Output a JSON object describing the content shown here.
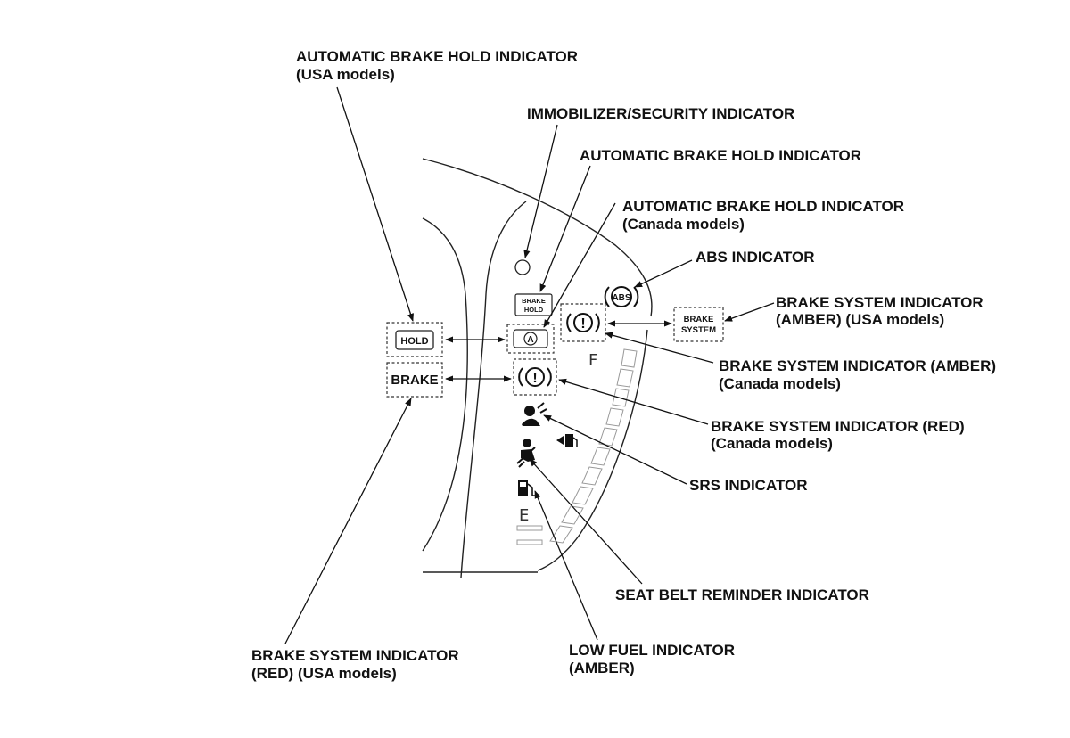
{
  "labels": {
    "auto_brake_hold_usa_1": "AUTOMATIC BRAKE HOLD INDICATOR",
    "auto_brake_hold_usa_2": "(USA models)",
    "immobilizer": "IMMOBILIZER/SECURITY INDICATOR",
    "auto_brake_hold": "AUTOMATIC BRAKE HOLD INDICATOR",
    "auto_brake_hold_canada_1": "AUTOMATIC BRAKE HOLD INDICATOR",
    "auto_brake_hold_canada_2": "(Canada models)",
    "abs": "ABS INDICATOR",
    "brake_amber_usa_1": "BRAKE SYSTEM INDICATOR",
    "brake_amber_usa_2": "(AMBER) (USA models)",
    "brake_amber_canada_1": "BRAKE SYSTEM INDICATOR (AMBER)",
    "brake_amber_canada_2": "(Canada models)",
    "brake_red_canada_1": "BRAKE SYSTEM INDICATOR (RED)",
    "brake_red_canada_2": "(Canada models)",
    "srs": "SRS INDICATOR",
    "seat_belt": "SEAT BELT REMINDER INDICATOR",
    "low_fuel_1": "LOW FUEL INDICATOR",
    "low_fuel_2": "(AMBER)",
    "brake_red_usa_1": "BRAKE SYSTEM INDICATOR",
    "brake_red_usa_2": "(RED) (USA models)"
  },
  "icons": {
    "hold_text": "HOLD",
    "brake_text": "BRAKE",
    "brake_hold_line1": "BRAKE",
    "brake_hold_line2": "HOLD",
    "auto_a": "A",
    "exclaim": "!",
    "abs_text": "ABS",
    "brake_system_line1": "BRAKE",
    "brake_system_line2": "SYSTEM"
  },
  "gauge": {
    "full": "F",
    "empty": "E"
  }
}
